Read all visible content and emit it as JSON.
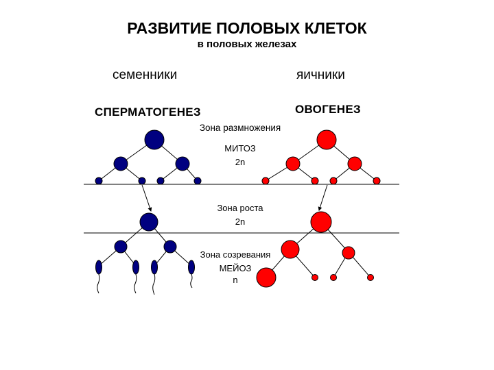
{
  "title": "РАЗВИТИЕ ПОЛОВЫХ КЛЕТОК",
  "subtitle": "в половых железах",
  "left": {
    "organ": "семенники",
    "process": "СПЕРМАТОГЕНЕЗ"
  },
  "right": {
    "organ": "яичники",
    "process": "ОВОГЕНЕЗ"
  },
  "zones": {
    "multiplication": {
      "name": "Зона размножения",
      "process": "МИТОЗ",
      "ploidy": "2n"
    },
    "growth": {
      "name": "Зона роста",
      "ploidy": "2n"
    },
    "maturation": {
      "name": "Зона созревания",
      "process": "МЕЙОЗ",
      "ploidy": "n"
    }
  },
  "colors": {
    "male": "#000080",
    "female": "#ff0000",
    "line": "#000000"
  }
}
